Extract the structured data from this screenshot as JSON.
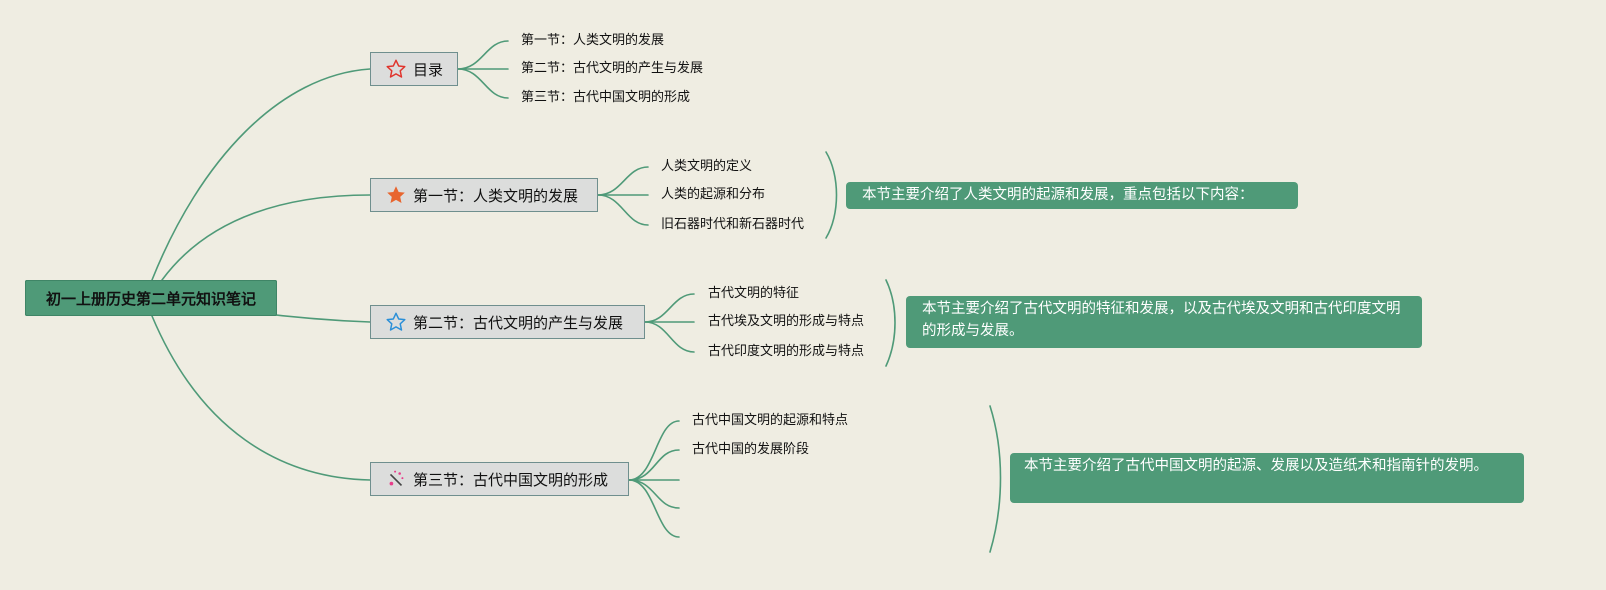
{
  "root": {
    "title": "初一上册历史第二单元知识笔记"
  },
  "colors": {
    "connector": "#4f9a78",
    "note_bg": "#4f9a78",
    "branch_bg": "#dcdddc",
    "background": "#efede2"
  },
  "branches": [
    {
      "label": "目录",
      "icon": "star-outline-icon",
      "children": [
        "第一节：人类文明的发展",
        "第二节：古代文明的产生与发展",
        "第三节：古代中国文明的形成"
      ]
    },
    {
      "label": "第一节：人类文明的发展",
      "icon": "star-filled-icon",
      "children": [
        "人类文明的定义",
        "人类的起源和分布",
        "旧石器时代和新石器时代"
      ],
      "summary": "本节主要介绍了人类文明的起源和发展，重点包括以下内容："
    },
    {
      "label": "第二节：古代文明的产生与发展",
      "icon": "star-outline-blue-icon",
      "children": [
        "古代文明的特征",
        "古代埃及文明的形成与特点",
        "古代印度文明的形成与特点"
      ],
      "summary": "本节主要介绍了古代文明的特征和发展，以及古代埃及文明和古代印度文明的形成与发展。"
    },
    {
      "label": "第三节：古代中国文明的形成",
      "icon": "magic-wand-icon",
      "children": [
        "古代中国文明的起源和特点",
        "古代中国的发展阶段",
        "",
        "",
        ""
      ],
      "summary": "本节主要介绍了古代中国文明的起源、发展以及造纸术和指南针的发明。"
    }
  ]
}
